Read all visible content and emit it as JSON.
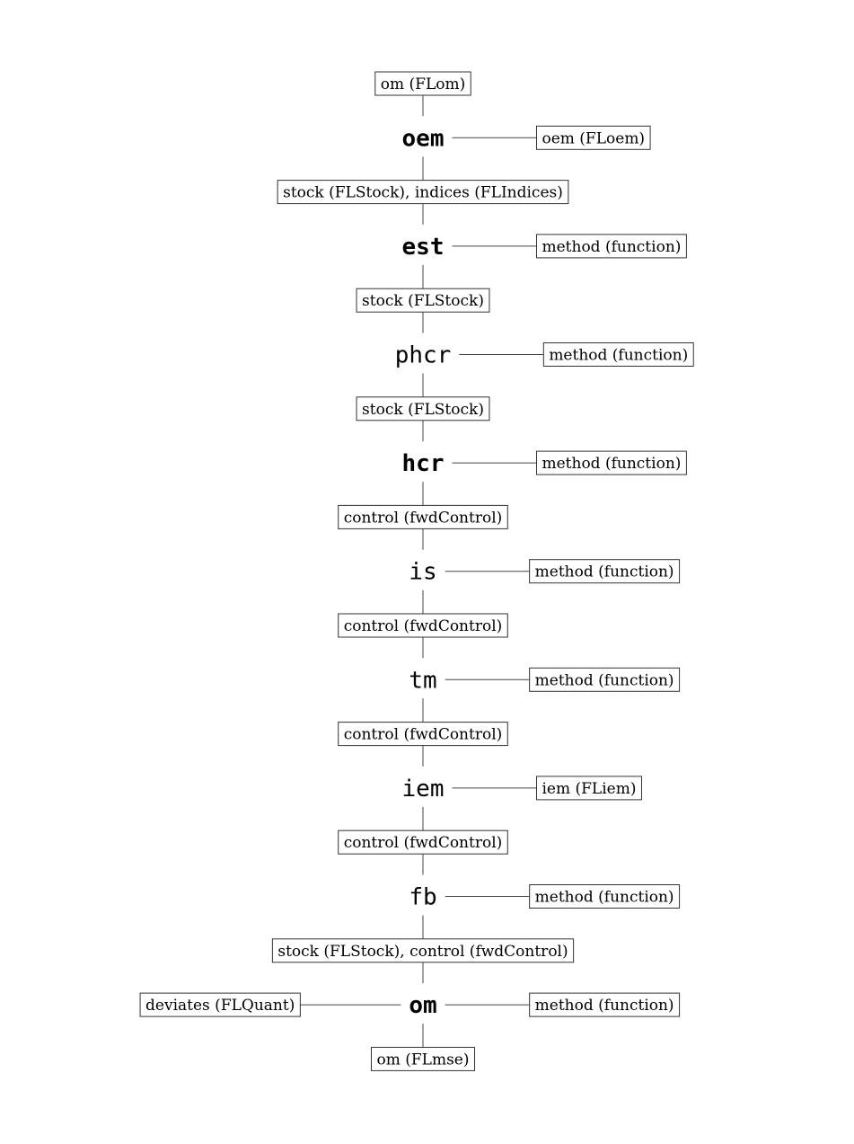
{
  "flow": [
    {
      "type": "box",
      "label": "om (FLom)"
    },
    {
      "type": "step",
      "label": "oem",
      "bold": true,
      "right": "oem (FLoem)"
    },
    {
      "type": "box",
      "label": "stock (FLStock), indices (FLIndices)"
    },
    {
      "type": "step",
      "label": "est",
      "bold": true,
      "right": "method (function)"
    },
    {
      "type": "box",
      "label": "stock (FLStock)"
    },
    {
      "type": "step",
      "label": "phcr",
      "bold": false,
      "right": "method (function)"
    },
    {
      "type": "box",
      "label": "stock (FLStock)"
    },
    {
      "type": "step",
      "label": "hcr",
      "bold": true,
      "right": "method (function)"
    },
    {
      "type": "box",
      "label": "control (fwdControl)"
    },
    {
      "type": "step",
      "label": "is",
      "bold": false,
      "right": "method (function)"
    },
    {
      "type": "box",
      "label": "control (fwdControl)"
    },
    {
      "type": "step",
      "label": "tm",
      "bold": false,
      "right": "method (function)"
    },
    {
      "type": "box",
      "label": "control (fwdControl)"
    },
    {
      "type": "step",
      "label": "iem",
      "bold": false,
      "right": "iem (FLiem)"
    },
    {
      "type": "box",
      "label": "control (fwdControl)"
    },
    {
      "type": "step",
      "label": "fb",
      "bold": false,
      "right": "method (function)"
    },
    {
      "type": "box",
      "label": "stock (FLStock), control (fwdControl)"
    },
    {
      "type": "step",
      "label": "om",
      "bold": true,
      "right": "method (function)",
      "left": "deviates (FLQuant)"
    },
    {
      "type": "box",
      "label": "om (FLmse)"
    }
  ]
}
